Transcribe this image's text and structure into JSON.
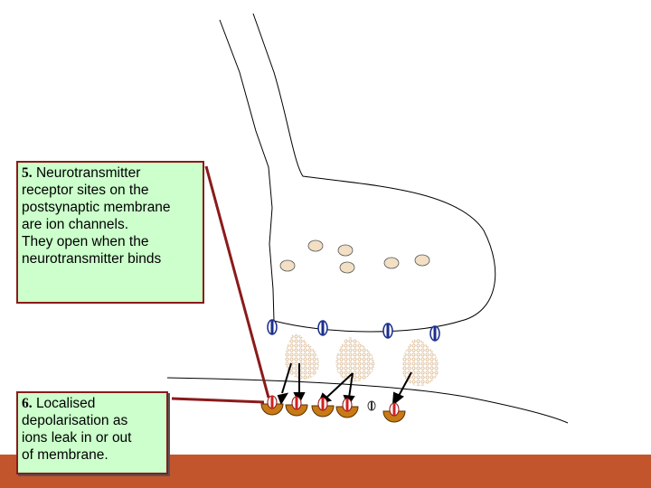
{
  "callouts": [
    {
      "number": "5.",
      "lines": [
        "Neurotransmitter",
        "receptor sites on the",
        "postsynaptic membrane",
        "are ion channels.",
        "They open when the",
        "neurotransmitter binds"
      ]
    },
    {
      "number": "6.",
      "lines": [
        "Localised",
        "depolarisation as",
        "ions leak in or out",
        "of membrane."
      ]
    }
  ],
  "colors": {
    "callout_fill": "#ccffcc",
    "callout_border": "#8b1a1a",
    "bottom_bar": "#c2552b",
    "receptor": "#c87a16",
    "vesicle": "#f2dfc4",
    "channel": "#1c2f8c",
    "neurotransmitter_cloud": "#e3c39a"
  }
}
